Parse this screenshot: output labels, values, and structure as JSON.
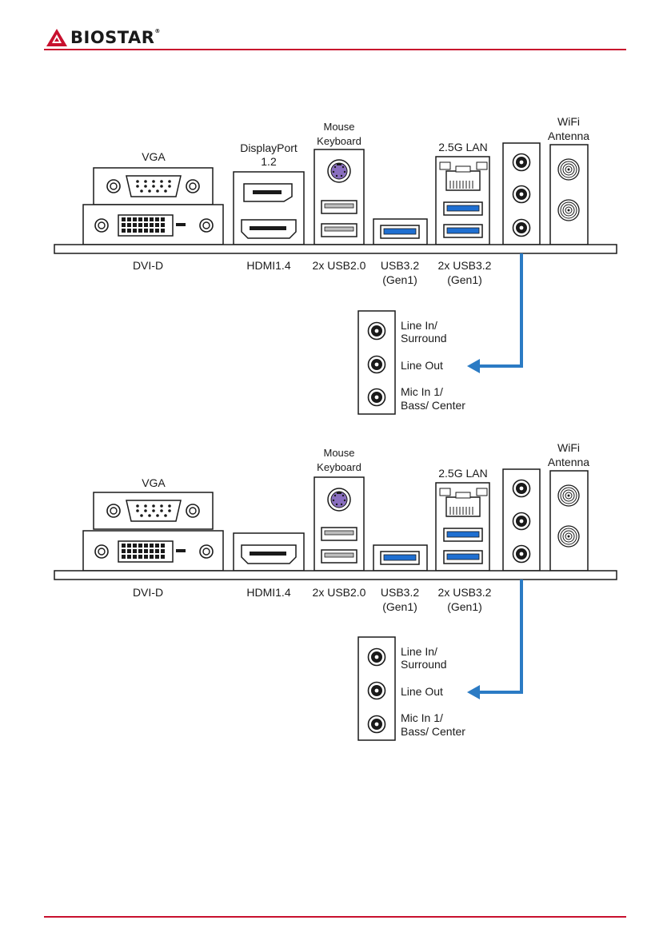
{
  "brand": {
    "name": "BIOSTAR",
    "accent_color": "#c8102e",
    "registered_mark": "®"
  },
  "panels": [
    {
      "id": "top",
      "labels": {
        "vga": "VGA",
        "displayport_line1": "DisplayPort",
        "displayport_line2": "1.2",
        "mouse": "Mouse",
        "keyboard": "Keyboard",
        "lan": "2.5G LAN",
        "wifi_line1": "WiFi",
        "wifi_line2": "Antenna",
        "dvi": "DVI-D",
        "hdmi": "HDMI1.4",
        "usb20": "2x USB2.0",
        "usb32_single_line1": "USB3.2",
        "usb32_single_line2": "(Gen1)",
        "usb32_double_line1": "2x USB3.2",
        "usb32_double_line2": "(Gen1)"
      },
      "audio": [
        "Line In/",
        "Surround",
        "Line Out",
        "Mic In 1/",
        "Bass/ Center"
      ]
    },
    {
      "id": "bottom",
      "labels": {
        "vga": "VGA",
        "mouse": "Mouse",
        "keyboard": "Keyboard",
        "lan": "2.5G LAN",
        "wifi_line1": "WiFi",
        "wifi_line2": "Antenna",
        "dvi": "DVI-D",
        "hdmi": "HDMI1.4",
        "usb20": "2x USB2.0",
        "usb32_single_line1": "USB3.2",
        "usb32_single_line2": "(Gen1)",
        "usb32_double_line1": "2x USB3.2",
        "usb32_double_line2": "(Gen1)"
      },
      "audio": [
        "Line In/",
        "Surround",
        "Line Out",
        "Mic In 1/",
        "Bass/ Center"
      ]
    }
  ],
  "colors": {
    "usb3_blue": "#1f6fd1",
    "ps2_purple": "#8a6fc0",
    "arrow_blue": "#2b7bc4",
    "outline": "#1a1a1a",
    "port_fill": "#e6e6e6"
  }
}
